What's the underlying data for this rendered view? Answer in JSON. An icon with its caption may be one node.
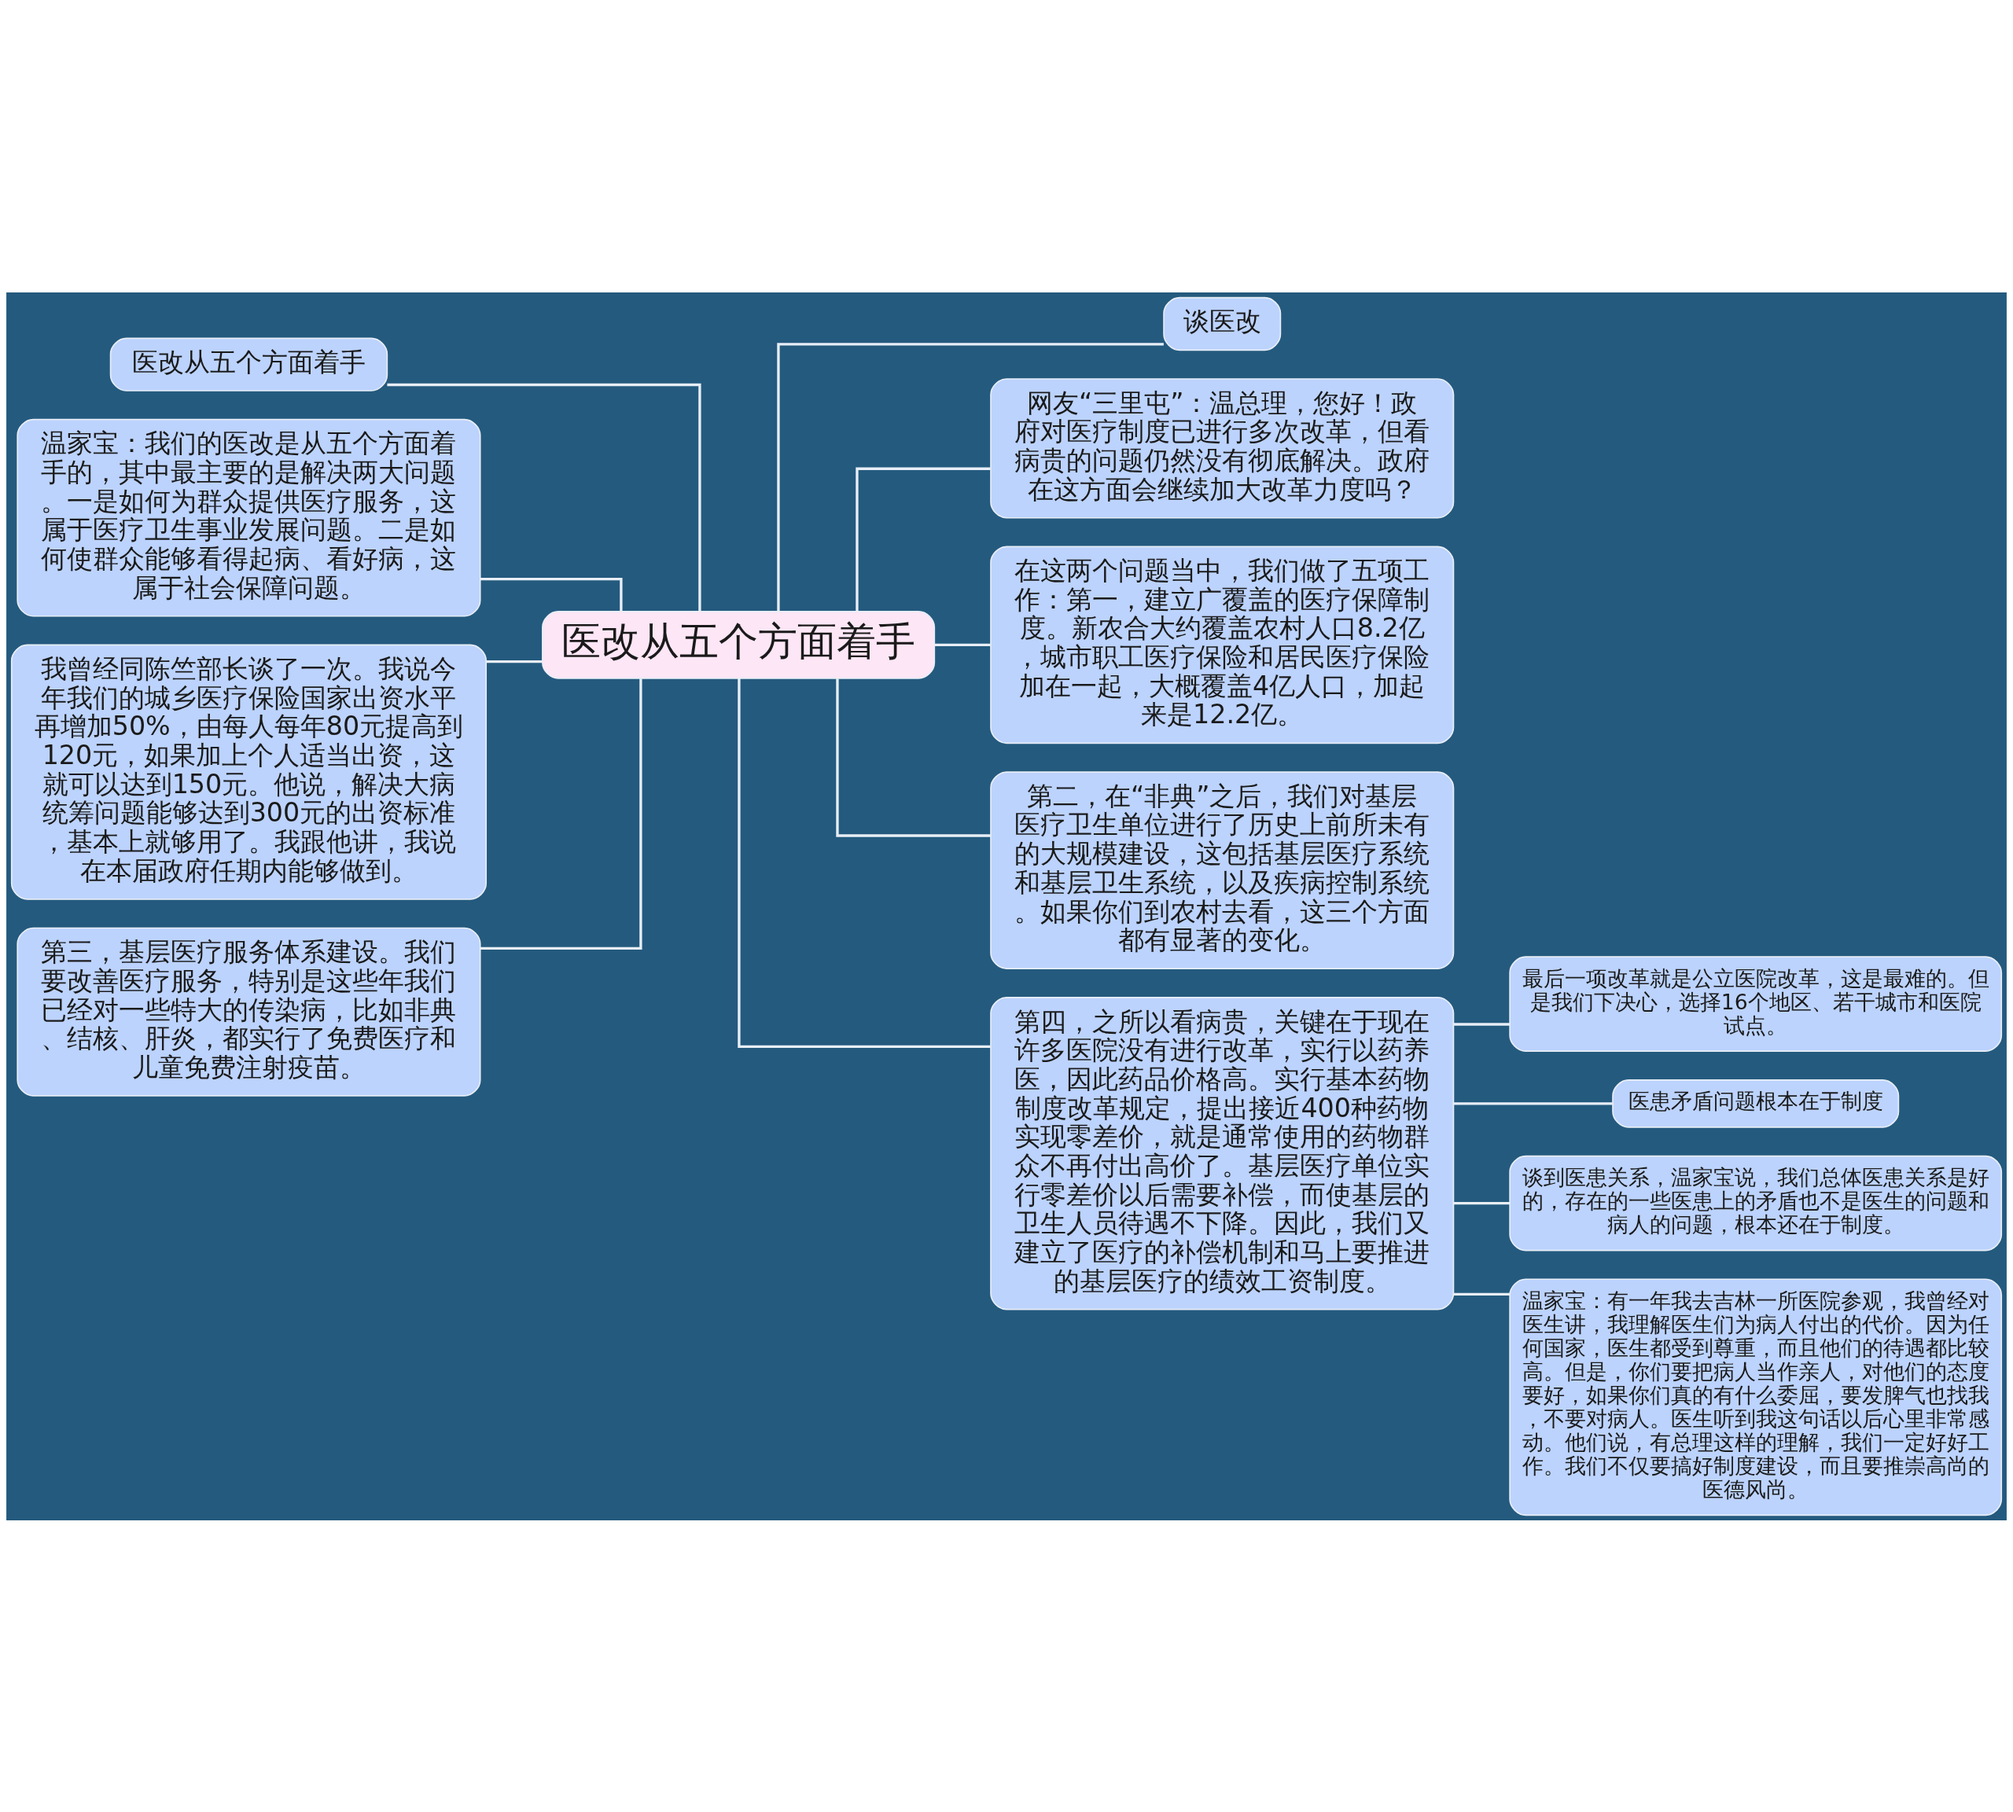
{
  "diagram": {
    "nodes": [
      {
        "text": [
          "医改从五个方面着手"
        ]
      },
      {
        "text": [
          "医改从五个方面着手"
        ]
      },
      {
        "text": [
          "温家宝：我们的医改是从五个方面着手的，其中最主要的是解决两大问题。一是如何为群众提供医疗服务，这属于医疗卫生事业发展问题。二是如何使群众能够看得起病、看好病，这属于社会保障问题。"
        ]
      },
      {
        "text": [
          "我曾经同陈竺部长谈了一次。我说今年我们的城乡医疗保险国家出资水平再增加50%，由每人每年80元提高到120元，如果加上个人适当出资，这就可以达到150元。他说，解决大病统筹问题能够达到300元的出资标准，基本上就够用了。我跟他讲，我说在本届政府任期内能够做到。"
        ]
      },
      {
        "text": [
          "第三，基层医疗服务体系建设。我们要改善医疗服务，特别是这些年我们已经对一些特大的传染病，比如非典、结核、肝炎，都实行了免费医疗和儿童免费注射疫苗。"
        ]
      },
      {
        "text": [
          "谈医改"
        ]
      },
      {
        "text": [
          "网友“三里屯”：温总理，您好！政府对医疗制度已进行多次改革，但看病贵的问题仍然没有彻底解决。政府在这方面会继续加大改革力度吗？"
        ]
      },
      {
        "text": [
          "在这两个问题当中，我们做了五项工作：第一，建立广覆盖的医疗保障制度。新农合大约覆盖农村人口8.2亿，城市职工医疗保险和居民医疗保险加在一起，大概覆盖4亿人口，加起来是12.2亿。"
        ]
      },
      {
        "text": [
          "第二，在“非典”之后，我们对基层医疗卫生单位进行了历史上前所未有的大规模建设，这包括基层医疗系统和基层卫生系统，以及疾病控制系统。如果你们到农村去看，这三个方面都有显著的变化。"
        ]
      },
      {
        "text": [
          "第四，之所以看病贵，关键在于现在许多医院没有进行改革，实行以药养医，因此药品价格高。实行基本药物制度改革规定，提出接近400种药物实现零差价，就是通常使用的药物群众不再付出高价了。基层医疗单位实行零差价以后需要补偿，而使基层的卫生人员待遇不下降。因此，我们又建立了医疗的补偿机制和马上要推进的基层医疗的绩效工资制度。"
        ]
      },
      {
        "text": [
          "最后一项改革就是公立医院改革，这是最难的。但是我们下决心，选择16个地区、若干城市和医院试点。"
        ]
      },
      {
        "text": [
          "医患矛盾问题根本在于制度"
        ]
      },
      {
        "text": [
          "谈到医患关系，温家宝说，我们总体医患关系是好的，存在的一些医患上的矛盾也不是医生的问题和病人的问题，根本还在于制度。"
        ]
      },
      {
        "text": [
          "温家宝：有一年我去吉林一所医院参观，我曾经对医生讲，我理解医生们为病人付出的代价。因为任何国家，医生都受到尊重，而且他们的待遇都比较高。但是，你们要把病人当作亲人，对他们的态度要好，如果你们真的有什么委屈，要发脾气也找我，不要对病人。医生听到我这句话以后心里非常感动。他们说，有总理这样的理解，我们一定好好工作。我们不仅要搞好制度建设，而且要推崇高尚的医德风尚。"
        ]
      }
    ],
    "edges": [
      {
        "from": 0,
        "to": 1,
        "arrow": "none"
      },
      {
        "from": 0,
        "to": 2,
        "arrow": "none"
      },
      {
        "from": 0,
        "to": 3,
        "arrow": "none"
      },
      {
        "from": 0,
        "to": 4,
        "arrow": "none"
      },
      {
        "from": 0,
        "to": 5,
        "arrow": "none"
      },
      {
        "from": 0,
        "to": 6,
        "arrow": "none"
      },
      {
        "from": 0,
        "to": 7,
        "arrow": "none"
      },
      {
        "from": 0,
        "to": 8,
        "arrow": "none"
      },
      {
        "from": 0,
        "to": 9,
        "arrow": "none"
      },
      {
        "from": 9,
        "to": 10,
        "arrow": "none"
      },
      {
        "from": 9,
        "to": 11,
        "arrow": "none"
      },
      {
        "from": 9,
        "to": 12,
        "arrow": "none"
      },
      {
        "from": 9,
        "to": 13,
        "arrow": "none"
      }
    ]
  }
}
